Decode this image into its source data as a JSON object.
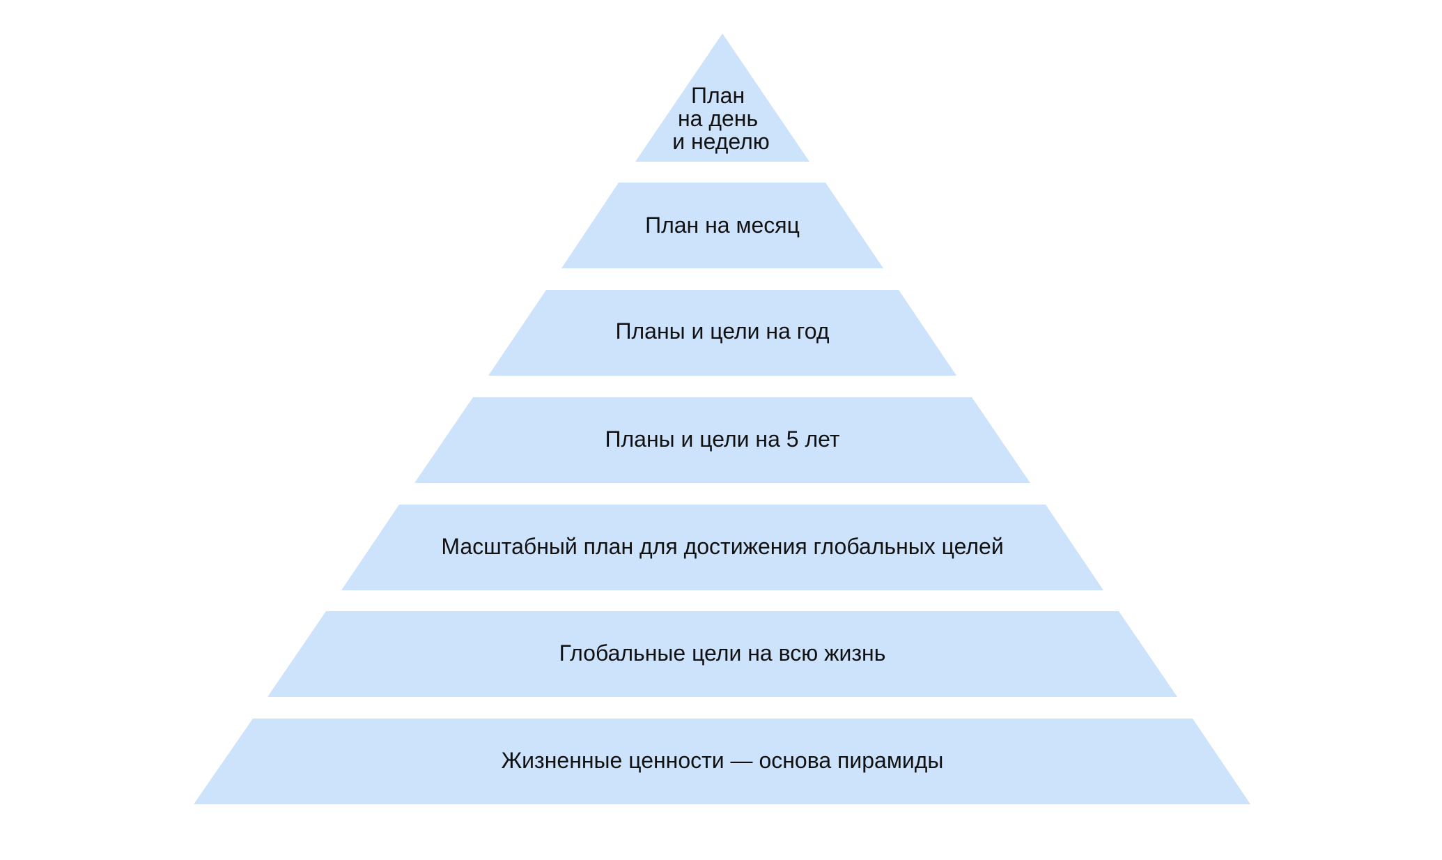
{
  "diagram": {
    "fill_color": "#cde2fb",
    "text_color": "#111111",
    "levels": [
      {
        "id": "day-week",
        "label_lines": [
          "План",
          "на день",
          "и неделю"
        ]
      },
      {
        "id": "month",
        "label_lines": [
          "План на месяц"
        ]
      },
      {
        "id": "year",
        "label_lines": [
          "Планы и цели на год"
        ]
      },
      {
        "id": "five-years",
        "label_lines": [
          "Планы и цели на 5 лет"
        ]
      },
      {
        "id": "global-plan",
        "label_lines": [
          "Масштабный план для достижения глобальных целей"
        ]
      },
      {
        "id": "life-goals",
        "label_lines": [
          "Глобальные цели на всю жизнь"
        ]
      },
      {
        "id": "values",
        "label_lines": [
          "Жизненные ценности — основа пирамиды"
        ]
      }
    ]
  }
}
